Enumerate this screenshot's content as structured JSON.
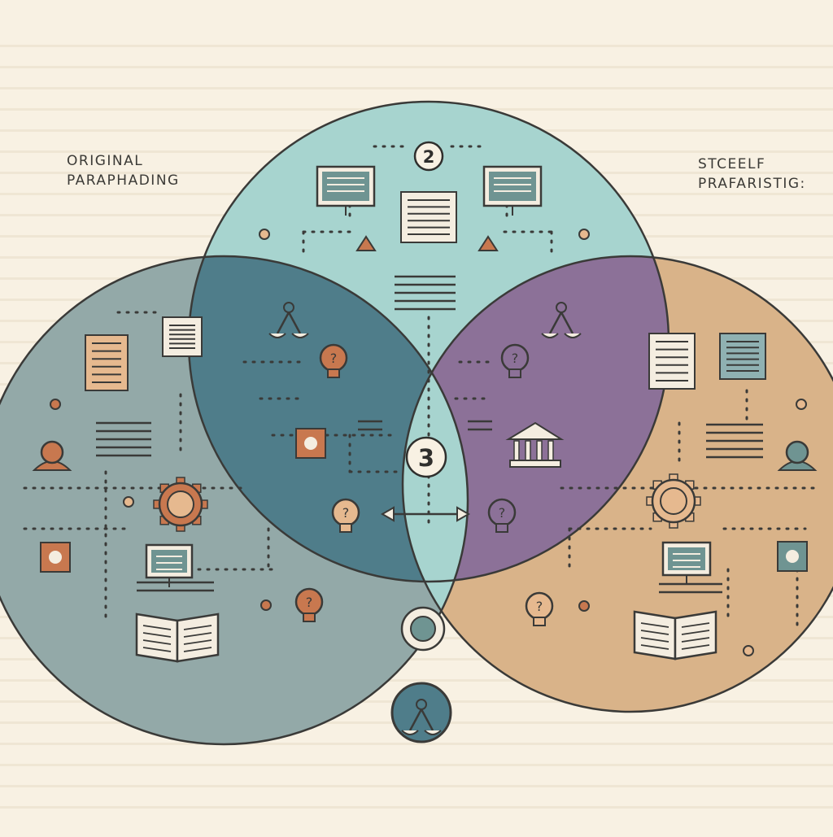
{
  "labels": {
    "left": [
      "ORIGINAL",
      "PARAPHADING"
    ],
    "right": [
      "STCEELF",
      "PRAFARISTIG:"
    ]
  },
  "badges": {
    "top": "2",
    "center": "3"
  },
  "colors": {
    "background": "#f8f1e3",
    "stripe": "#efe6d4",
    "left_circle": "#93a9a8",
    "top_circle": "#a7d4cf",
    "right_circle": "#d9b389",
    "overlap_left": "#4f7d8a",
    "overlap_right": "#8c7198",
    "outline": "#3a3a38",
    "accent_orange": "#c8784f",
    "accent_tan": "#e6b98f"
  },
  "icons": [
    "document-icon",
    "book-icon",
    "lightbulb-question-icon",
    "gear-question-icon",
    "scales-icon",
    "courthouse-icon",
    "monitor-icon",
    "puzzle-icon",
    "badge-icon",
    "warning-triangle-icon",
    "double-arrow-icon",
    "text-lines-icon"
  ]
}
